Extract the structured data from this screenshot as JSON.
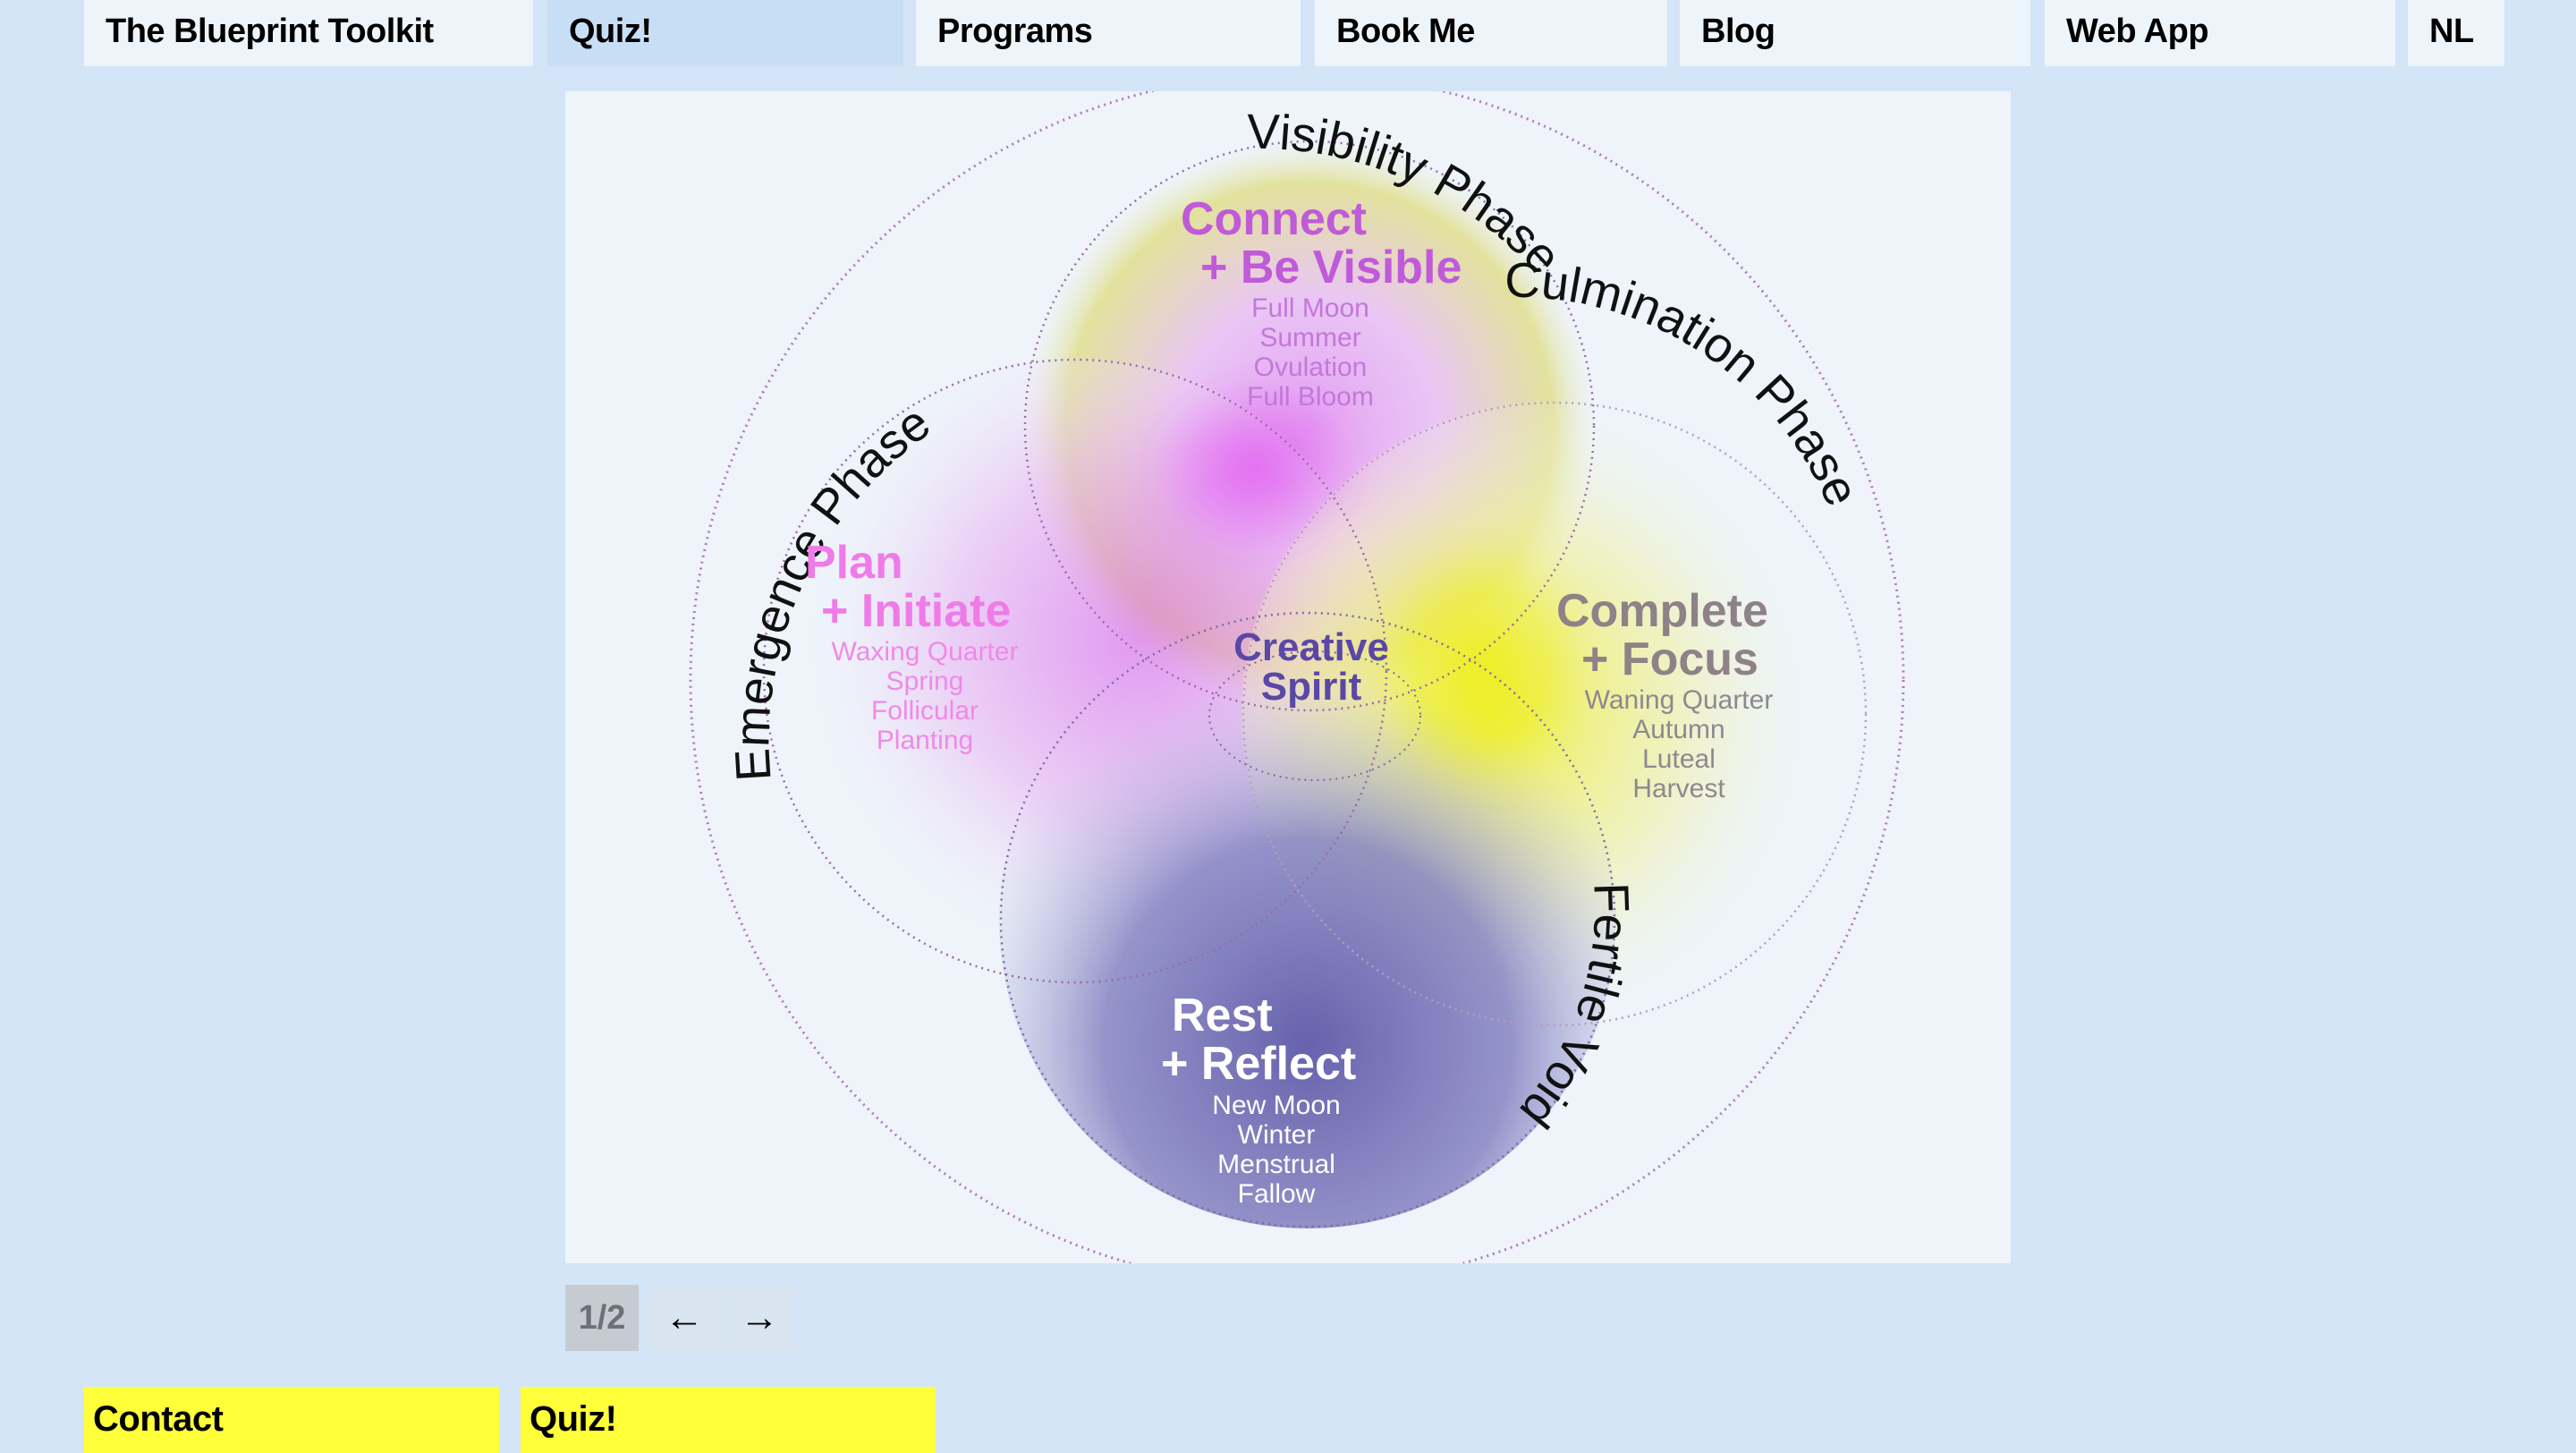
{
  "nav": {
    "items": [
      {
        "label": "The Blueprint Toolkit"
      },
      {
        "label": "Quiz!"
      },
      {
        "label": "Programs"
      },
      {
        "label": "Book Me"
      },
      {
        "label": "Blog"
      },
      {
        "label": "Web App"
      },
      {
        "label": "NL"
      }
    ]
  },
  "diagram": {
    "phases": {
      "visibility": "Visibility Phase",
      "culmination": "Culmination Phase",
      "emergence": "Emergence Phase",
      "fertile_void": "Fertile Void"
    },
    "connect": {
      "title_1": "Connect",
      "title_2": "+ Be Visible",
      "lines": [
        "Full Moon",
        "Summer",
        "Ovulation",
        "Full Bloom"
      ]
    },
    "plan": {
      "title_1": "Plan",
      "title_2": "+ Initiate",
      "lines": [
        "Waxing Quarter",
        "Spring",
        "Follicular",
        "Planting"
      ]
    },
    "complete": {
      "title_1": "Complete",
      "title_2": "+ Focus",
      "lines": [
        "Waning Quarter",
        "Autumn",
        "Luteal",
        "Harvest"
      ]
    },
    "rest": {
      "title_1": "Rest",
      "title_2": "+ Reflect",
      "lines": [
        "New Moon",
        "Winter",
        "Menstrual",
        "Fallow"
      ]
    },
    "center": {
      "line_1": "Creative",
      "line_2": "Spirit"
    },
    "colors": {
      "connect": "#c05ad8",
      "plan": "#ef7be8",
      "complete": "#8e8288",
      "rest": "#ffffff",
      "center": "#5948a7",
      "yellow": "#eeee33",
      "magenta": "#d94ee6",
      "indigo": "#5a58a8"
    }
  },
  "pager": {
    "count": "1/2",
    "prev": "←",
    "next": "→"
  },
  "footer": {
    "contact": "Contact",
    "quiz": "Quiz!"
  }
}
